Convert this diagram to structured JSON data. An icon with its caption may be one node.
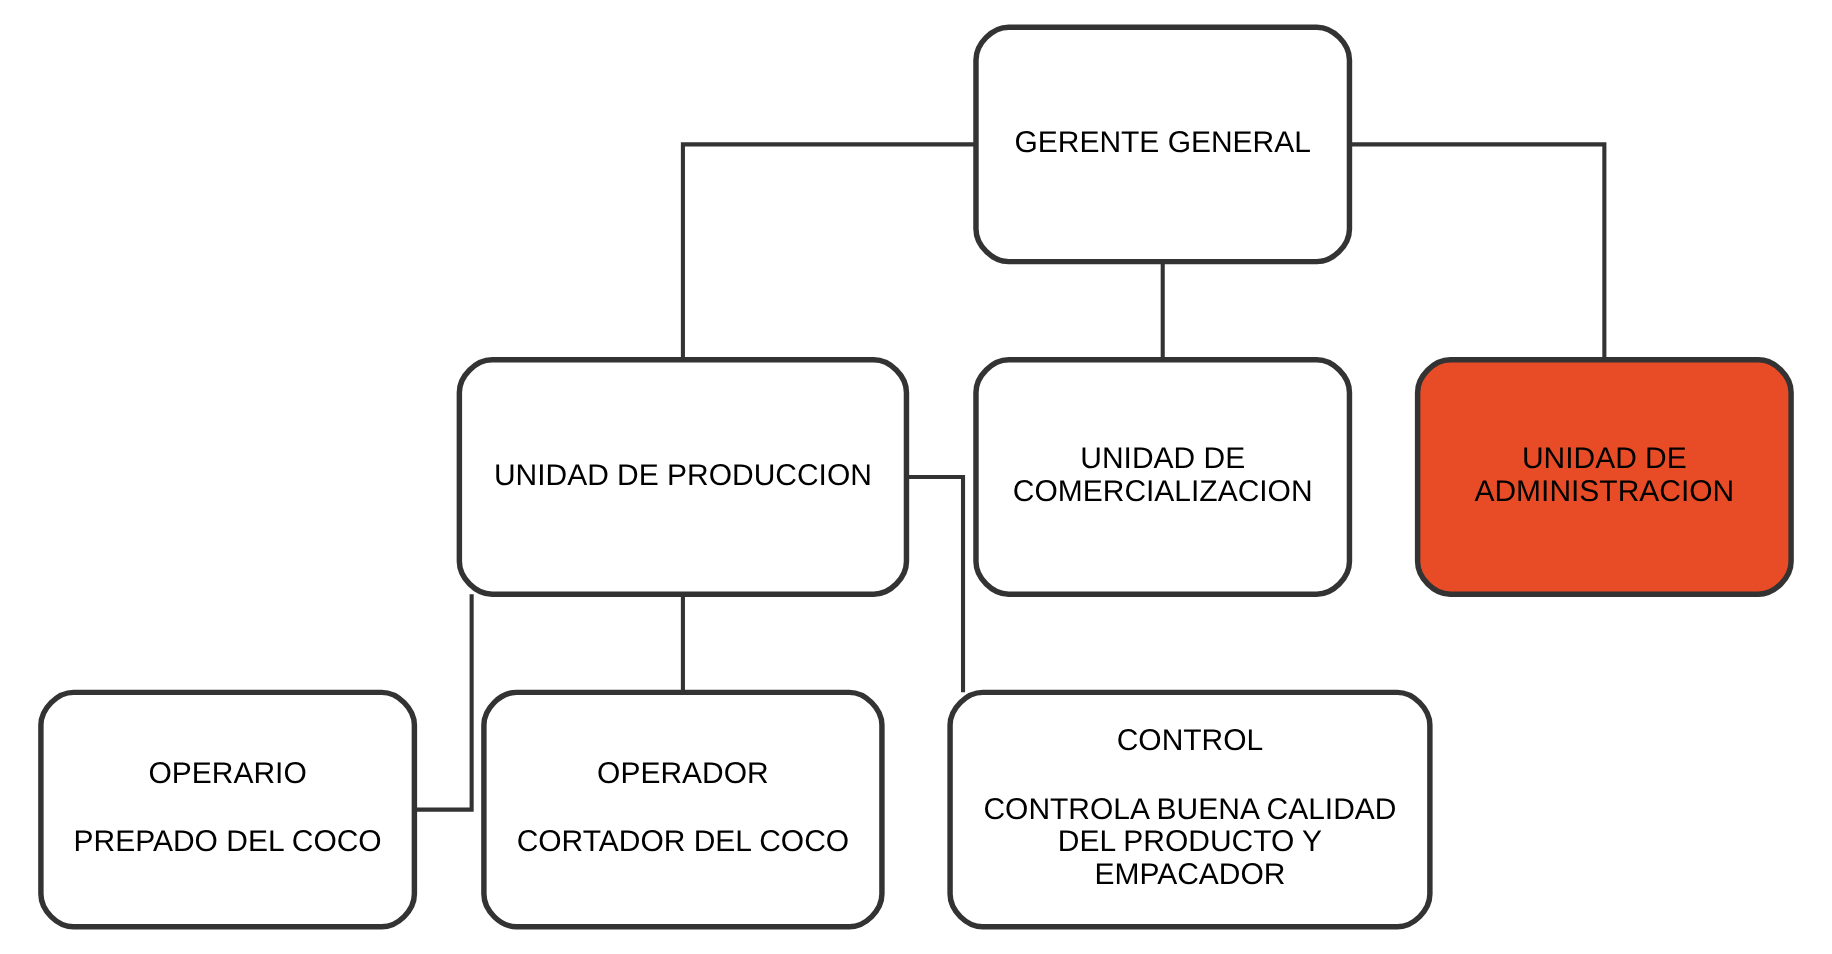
{
  "diagram": {
    "nodes": [
      {
        "text": [
          "GERENTE GENERAL"
        ]
      },
      {
        "text": [
          "UNIDAD DE PRODUCCION"
        ]
      },
      {
        "text": [
          "UNIDAD DE COMERCIALIZACION"
        ]
      },
      {
        "text": [
          "UNIDAD DE ADMINISTRACION"
        ]
      },
      {
        "text": [
          "OPERARIO",
          "PREPADO DEL COCO"
        ]
      },
      {
        "text": [
          "OPERADOR",
          "CORTADOR DEL COCO"
        ]
      },
      {
        "text": [
          "CONTROL",
          "CONTROLA BUENA CALIDAD DEL PRODUCTO Y EMPACADOR"
        ]
      }
    ],
    "edges": [
      {
        "from": 0,
        "to": 1,
        "arrow": "none"
      },
      {
        "from": 0,
        "to": 2,
        "arrow": "none"
      },
      {
        "from": 0,
        "to": 3,
        "arrow": "none"
      },
      {
        "from": 1,
        "to": 4,
        "arrow": "none"
      },
      {
        "from": 1,
        "to": 5,
        "arrow": "none"
      },
      {
        "from": 1,
        "to": 6,
        "arrow": "none"
      }
    ]
  }
}
